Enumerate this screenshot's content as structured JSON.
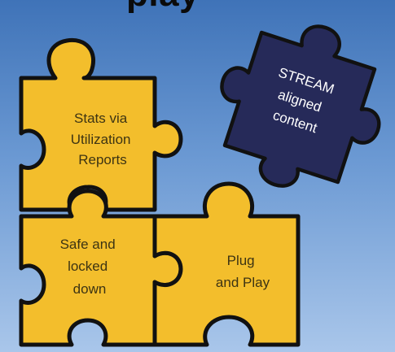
{
  "header": {
    "title_fragment": "play"
  },
  "pieces": {
    "stats": {
      "lines": [
        "Stats via",
        "Utilization",
        "Reports"
      ],
      "color": "#f3be2c"
    },
    "safe": {
      "lines": [
        "Safe and",
        "locked",
        "down"
      ],
      "color": "#f3be2c"
    },
    "plug": {
      "lines": [
        "Plug",
        "and Play"
      ],
      "color": "#f3be2c"
    },
    "stream": {
      "lines": [
        "STREAM",
        "aligned",
        "content"
      ],
      "color": "#262a59"
    }
  },
  "colors": {
    "background_top": "#3f73b8",
    "background_bottom": "#a9c6ea",
    "piece_outline": "#111111",
    "stream_outline": "#111111"
  }
}
